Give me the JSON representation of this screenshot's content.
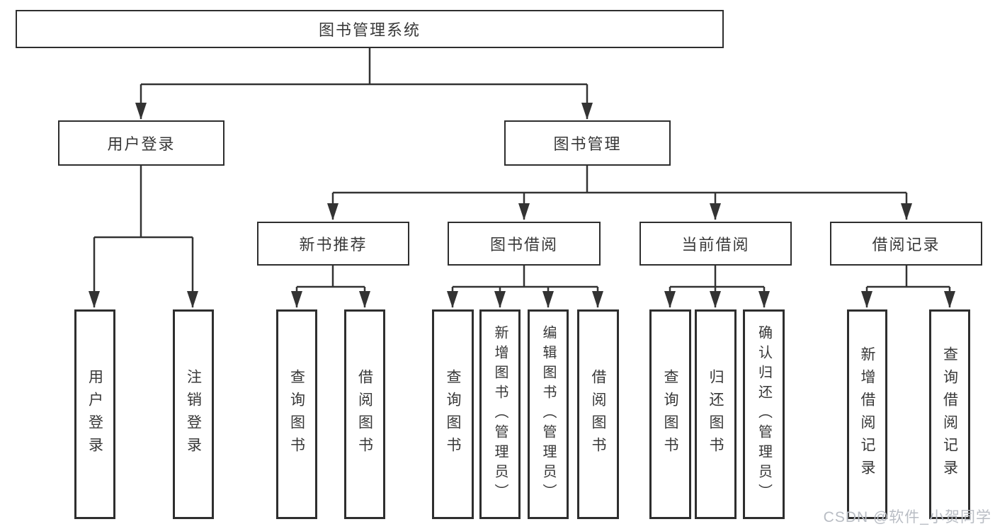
{
  "root": {
    "label": "图书管理系统"
  },
  "level2": {
    "user_login": {
      "label": "用户登录"
    },
    "book_management": {
      "label": "图书管理"
    }
  },
  "level3": {
    "new_book_recommend": {
      "label": "新书推荐"
    },
    "book_borrow": {
      "label": "图书借阅"
    },
    "current_borrow": {
      "label": "当前借阅"
    },
    "borrow_records": {
      "label": "借阅记录"
    }
  },
  "leaves": {
    "user_login": "用户登录",
    "logout": "注销登录",
    "nb_query": "查询图书",
    "nb_borrow": "借阅图书",
    "bb_query": "查询图书",
    "bb_add": "新增图书（管理员）",
    "bb_edit": "编辑图书（管理员）",
    "bb_borrow": "借阅图书",
    "cb_query": "查询图书",
    "cb_return": "归还图书",
    "cb_confirm": "确认归还（管理员）",
    "br_add": "新增借阅记录",
    "br_query": "查询借阅记录"
  },
  "watermark": "CSDN @软件_小贺同学",
  "colors": {
    "line": "#333333",
    "box_border": "#2e2e2e",
    "text": "#383838",
    "watermark": "#b9bdc4",
    "background": "#ffffff"
  }
}
